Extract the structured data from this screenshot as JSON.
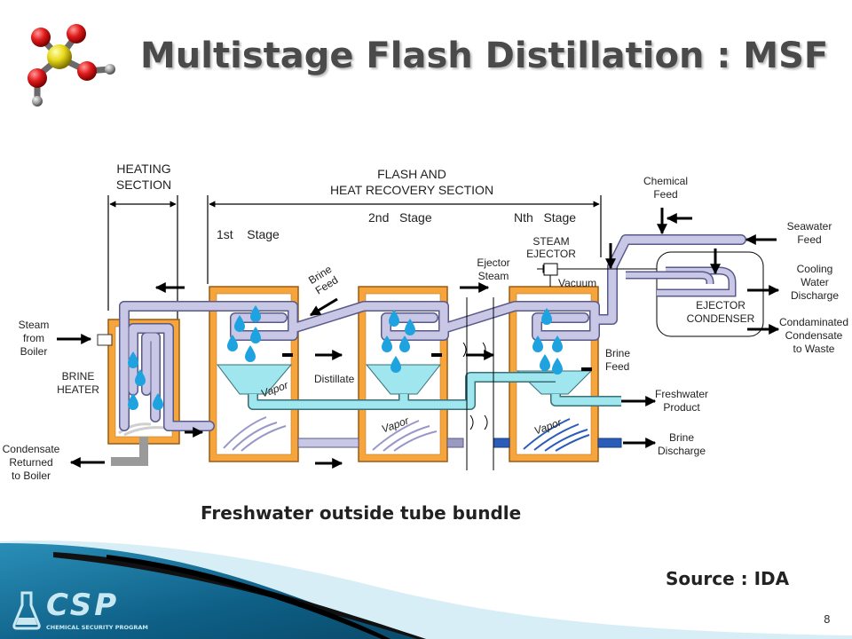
{
  "slide": {
    "title": "Multistage Flash Distillation : MSF",
    "caption": "Freshwater outside tube bundle",
    "source": "Source : IDA",
    "page_number": "8"
  },
  "logo": {
    "brand": "CSP",
    "tagline": "CHEMICAL SECURITY PROGRAM",
    "color": "#c9e8f2"
  },
  "diagram": {
    "sections": {
      "heating_line1": "HEATING",
      "heating_line2": "SECTION",
      "flash_line1": "FLASH AND",
      "flash_line2": "HEAT RECOVERY SECTION"
    },
    "stages": {
      "first": "1st    Stage",
      "second": "2nd   Stage",
      "nth": "Nth   Stage"
    },
    "labels": {
      "steam_from_boiler": [
        "Steam",
        "from",
        "Boiler"
      ],
      "brine_heater": [
        "BRINE",
        "HEATER"
      ],
      "condensate_returned": [
        "Condensate",
        "Returned",
        "to Boiler"
      ],
      "brine_feed_diag": [
        "Brine",
        "Feed"
      ],
      "distillate": "Distillate",
      "vapor": "Vapor",
      "vacuum": "Vacuum",
      "ejector_steam": [
        "Ejector",
        "Steam"
      ],
      "steam_ejector": [
        "STEAM",
        "EJECTOR"
      ],
      "chemical_feed": [
        "Chemical",
        "Feed"
      ],
      "seawater_feed": [
        "Seawater",
        "Feed"
      ],
      "cooling_water_discharge": [
        "Cooling",
        "Water",
        "Discharge"
      ],
      "contaminated_condensate": [
        "Condaminated",
        "Condensate",
        "to Waste"
      ],
      "ejector_condenser": [
        "EJECTOR",
        "CONDENSER"
      ],
      "brine_feed_right": [
        "Brine",
        "Feed"
      ],
      "freshwater_product": [
        "Freshwater",
        "Product"
      ],
      "brine_discharge": [
        "Brine",
        "Discharge"
      ]
    },
    "colors": {
      "vessel": "#f5a53c",
      "vessel_border": "#9a5b14",
      "pipe": "#c8c8e6",
      "pipe_border": "#5a5a8a",
      "water": "#9fe6ee",
      "drop": "#1fa3e0",
      "arrow": "#000000"
    }
  }
}
